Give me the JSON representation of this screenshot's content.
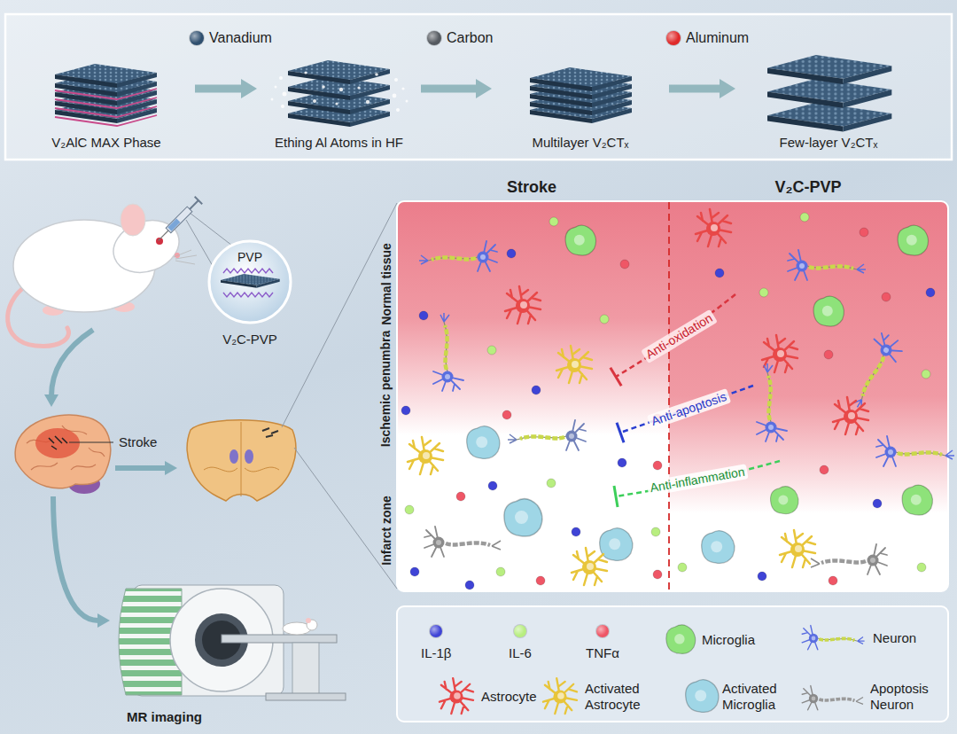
{
  "diagram": {
    "nodes": [
      {
        "text": [
          "V₂AlC MAX Phase"
        ]
      },
      {
        "text": [
          "Ething Al Atoms in HF"
        ]
      },
      {
        "text": [
          "Multilayer V₂CTₓ"
        ]
      },
      {
        "text": [
          "Few-layer V₂CTₓ"
        ]
      },
      {
        "text": [
          "PVP",
          "V₂C-PVP"
        ]
      },
      {
        "text": [
          "Stroke"
        ]
      },
      {
        "text": [
          "MR imaging"
        ]
      }
    ],
    "edges": [
      {
        "from": 0,
        "to": 1,
        "arrow": "to"
      },
      {
        "from": 1,
        "to": 2,
        "arrow": "to"
      },
      {
        "from": 2,
        "to": 3,
        "arrow": "to"
      },
      {
        "from": 5,
        "to": 6,
        "arrow": "to"
      }
    ],
    "labels": [
      "Stroke",
      "V₂C-PVP",
      "Normal tissue",
      "Ischemic penumbra",
      "Infarct zone",
      "Anti-oxidation",
      "Anti-apoptosis",
      "Anti-inflammation"
    ],
    "legend": [
      {
        "text": "Vanadium",
        "color": "#2f4f6f"
      },
      {
        "text": "Carbon",
        "color": "#555a60"
      },
      {
        "text": "Aluminum",
        "color": "#e02a2a"
      },
      {
        "text": "IL-1β",
        "color": "#3f44d6"
      },
      {
        "text": "IL-6",
        "color": "#b8ee80"
      },
      {
        "text": "TNFα",
        "color": "#ef5666"
      },
      {
        "text": "Microglia"
      },
      {
        "text": "Neuron"
      },
      {
        "text": "Astrocyte"
      },
      {
        "text": "Activated Astrocyte"
      },
      {
        "text": "Activated Microglia"
      },
      {
        "text": "Apoptosis Neuron"
      }
    ]
  }
}
